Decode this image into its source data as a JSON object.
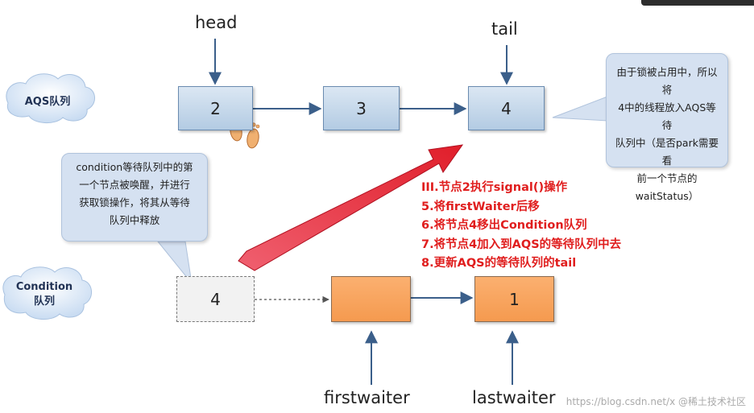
{
  "pointers": {
    "head": "head",
    "tail": "tail",
    "firstwaiter": "firstwaiter",
    "lastwaiter": "lastwaiter"
  },
  "queues": {
    "aqs_label": "AQS队列",
    "condition_label_line1": "Condition",
    "condition_label_line2": "队列"
  },
  "aqs_nodes": [
    "2",
    "3",
    "4"
  ],
  "condition_nodes": {
    "removed": "4",
    "first": "",
    "last": "1"
  },
  "notes": {
    "right": [
      "由于锁被占用中，所以将",
      "4中的线程放入AQS等待",
      "队列中（是否park需要看",
      "前一个节点的",
      "waitStatus）"
    ],
    "left": [
      "condition等待队列中的第",
      "一个节点被唤醒，并进行",
      "获取锁操作，将其从等待",
      "队列中释放"
    ]
  },
  "steps": [
    "III.节点2执行signal()操作",
    "5.将firstWaiter后移",
    "6.将节点4移出Condition队列",
    "7.将节点4加入到AQS的等待队列中去",
    "8.更新AQS的等待队列的tail"
  ],
  "watermark": "https://blog.csdn.net/x @稀土技术社区",
  "colors": {
    "aqs_node": "#c5d7ea",
    "condition_node": "#f7a35c",
    "steps_text": "#e01e1e",
    "big_arrow": "#e8303a",
    "note_bg": "#d5e1f1"
  }
}
